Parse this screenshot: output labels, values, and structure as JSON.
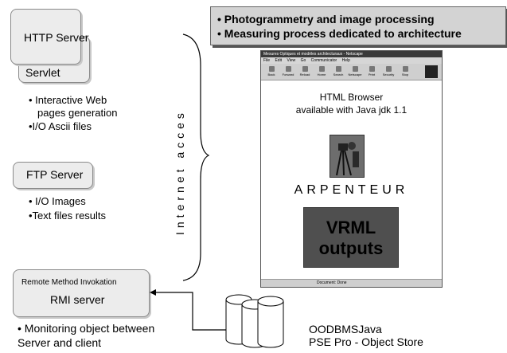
{
  "left": {
    "http_server": "HTTP Server",
    "servlet": "Servlet",
    "http_bullets": [
      "• Interactive Web",
      "pages generation",
      "•I/O Ascii files"
    ],
    "ftp_server": "FTP Server",
    "ftp_bullets": [
      "• I/O Images",
      "•Text files results"
    ],
    "rmi_title": "Remote Method Invokation",
    "rmi_server": "RMI server",
    "rmi_bullets": [
      "• Monitoring object between",
      "Server and client"
    ]
  },
  "vertical_label": "Internet acces",
  "callout": {
    "line1": "• Photogrammetry and image processing",
    "line2": "• Measuring process dedicated to architecture"
  },
  "browser": {
    "title": "Mesures Optiques et modèles architecturaux - Netscape",
    "menu": [
      "File",
      "Edit",
      "View",
      "Go",
      "Communicator",
      "Help"
    ],
    "toolbar": [
      "Back",
      "Forward",
      "Reload",
      "Home",
      "Search",
      "Netscape",
      "Print",
      "Security",
      "Stop"
    ],
    "status": "Document: Done",
    "line1": "HTML Browser",
    "line2": "available with Java jdk 1.1",
    "product": "ARPENTEUR",
    "vrml1": "VRML",
    "vrml2": "outputs"
  },
  "database": {
    "line1": "OODBMSJava",
    "line2": "PSE Pro - Object Store"
  }
}
